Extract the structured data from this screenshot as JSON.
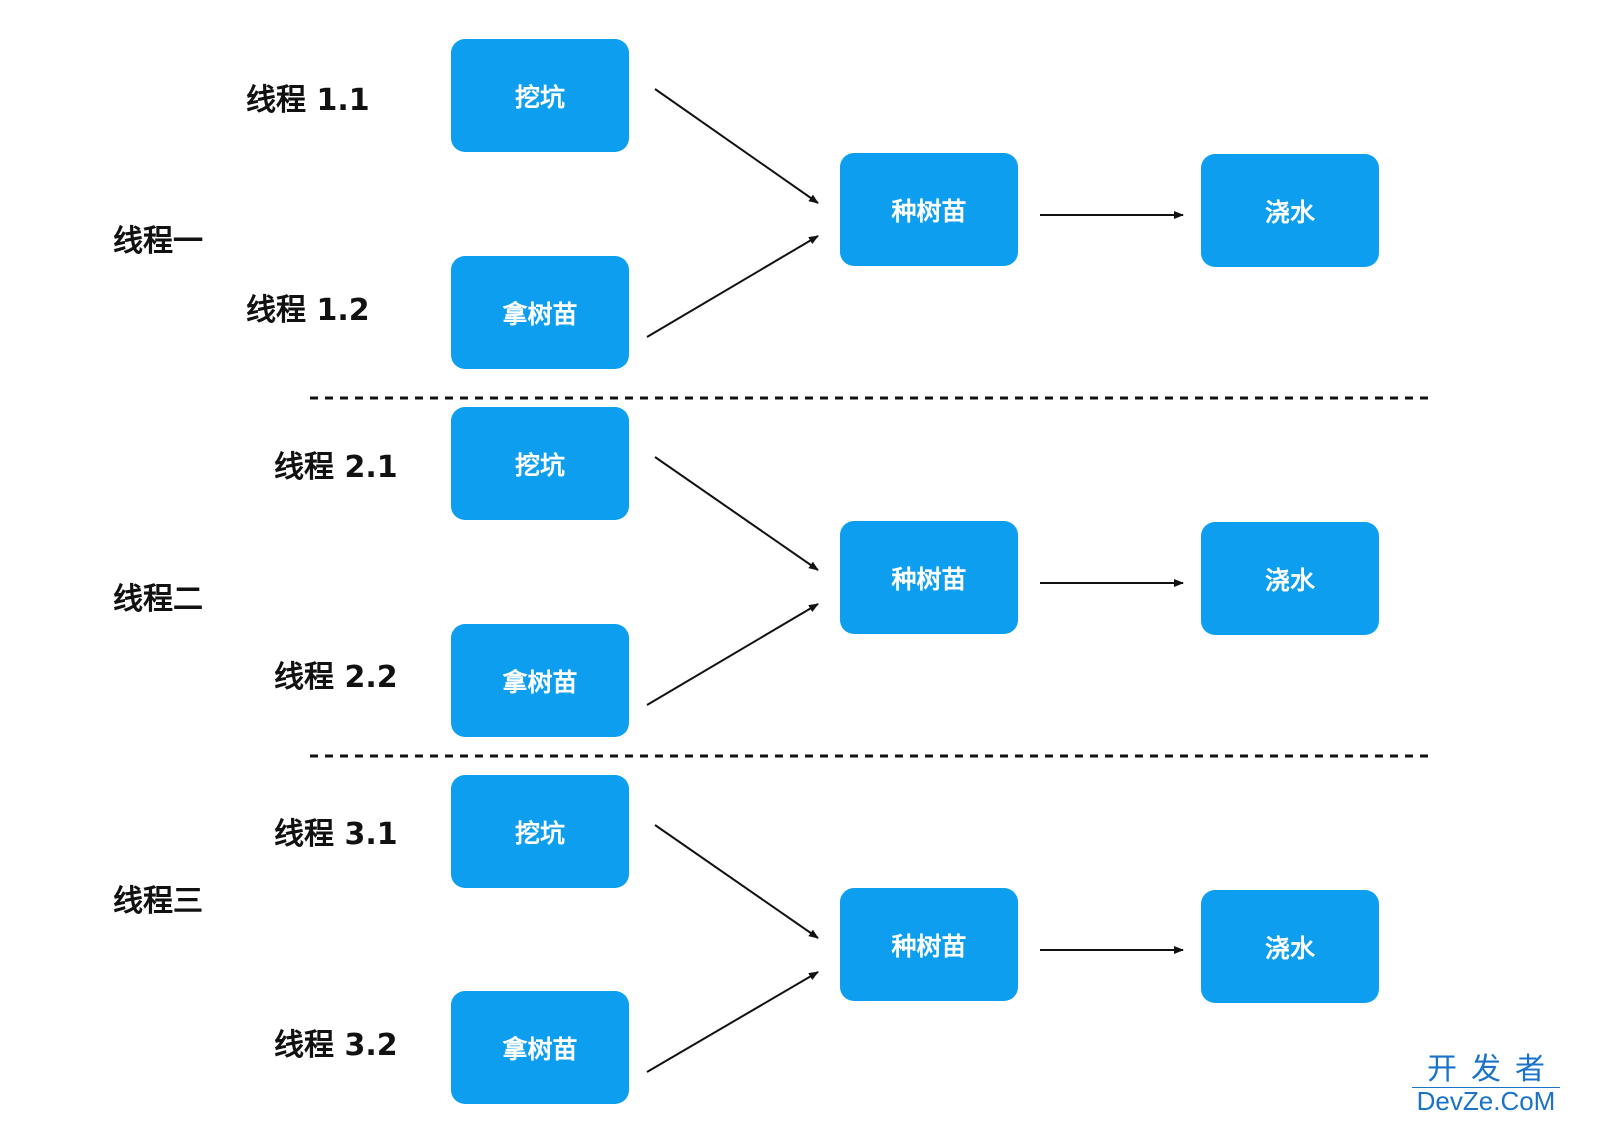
{
  "groups": [
    {
      "title": "线程一",
      "subs": [
        {
          "label": "线程 1.1",
          "task": "挖坑"
        },
        {
          "label": "线程 1.2",
          "task": "拿树苗"
        }
      ],
      "merge": "种树苗",
      "final": "浇水"
    },
    {
      "title": "线程二",
      "subs": [
        {
          "label": "线程 2.1",
          "task": "挖坑"
        },
        {
          "label": "线程 2.2",
          "task": "拿树苗"
        }
      ],
      "merge": "种树苗",
      "final": "浇水"
    },
    {
      "title": "线程三",
      "subs": [
        {
          "label": "线程 3.1",
          "task": "挖坑"
        },
        {
          "label": "线程 3.2",
          "task": "拿树苗"
        }
      ],
      "merge": "种树苗",
      "final": "浇水"
    }
  ],
  "watermark": {
    "cn": "开发者",
    "en": "DevZe.CoM"
  },
  "colors": {
    "box": "#0d9ef0",
    "text": "#111111",
    "watermark": "#1a73c9"
  }
}
